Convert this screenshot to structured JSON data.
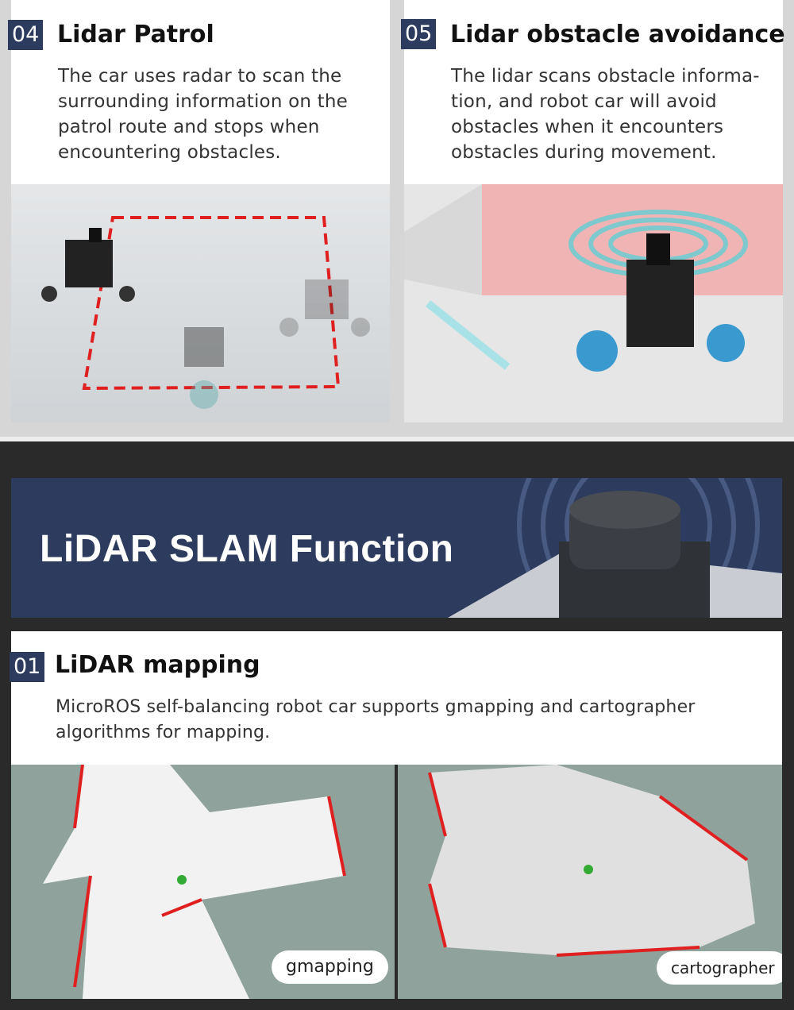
{
  "feature04": {
    "number": "04",
    "title": "Lidar Patrol",
    "description": [
      "The car uses radar to scan the",
      "surrounding information on the",
      "patrol route and stops when",
      "encountering obstacles."
    ]
  },
  "feature05": {
    "number": "05",
    "title": "Lidar obstacle avoidance",
    "description": [
      "The lidar scans obstacle informa-",
      "tion, and robot car will avoid",
      "obstacles when it encounters",
      "obstacles during movement."
    ]
  },
  "banner": {
    "title": "LiDAR SLAM Function"
  },
  "feature01": {
    "number": "01",
    "title": "LiDAR mapping",
    "description": [
      "MicroROS self-balancing robot car supports gmapping and cartographer",
      "algorithms for mapping."
    ]
  },
  "maps": {
    "left_label": "gmapping",
    "right_label": "cartographer"
  },
  "colors": {
    "badge": "#2d3b5e",
    "route": "#e02020",
    "map_bg": "#8fa39c"
  }
}
